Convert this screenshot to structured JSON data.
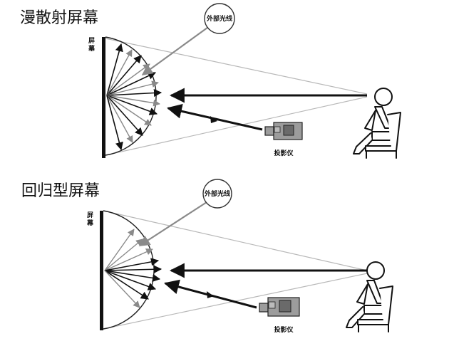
{
  "panels": [
    {
      "title": "漫散射屏幕",
      "screen_label": "屏幕",
      "ambient_label": "外部光线",
      "projector_label": "投影仪"
    },
    {
      "title": "回归型屏幕",
      "screen_label": "屏幕",
      "ambient_label": "外部光线",
      "projector_label": "投影仪"
    }
  ],
  "colors": {
    "ink": "#111111",
    "gray_ray": "#8a8a8a",
    "light_line": "#b8b8b8",
    "projector_fill": "#9c9c9c"
  },
  "icons": [
    "screen-bar",
    "ambient-light-circle",
    "projector-icon",
    "viewer-in-chair-icon"
  ]
}
